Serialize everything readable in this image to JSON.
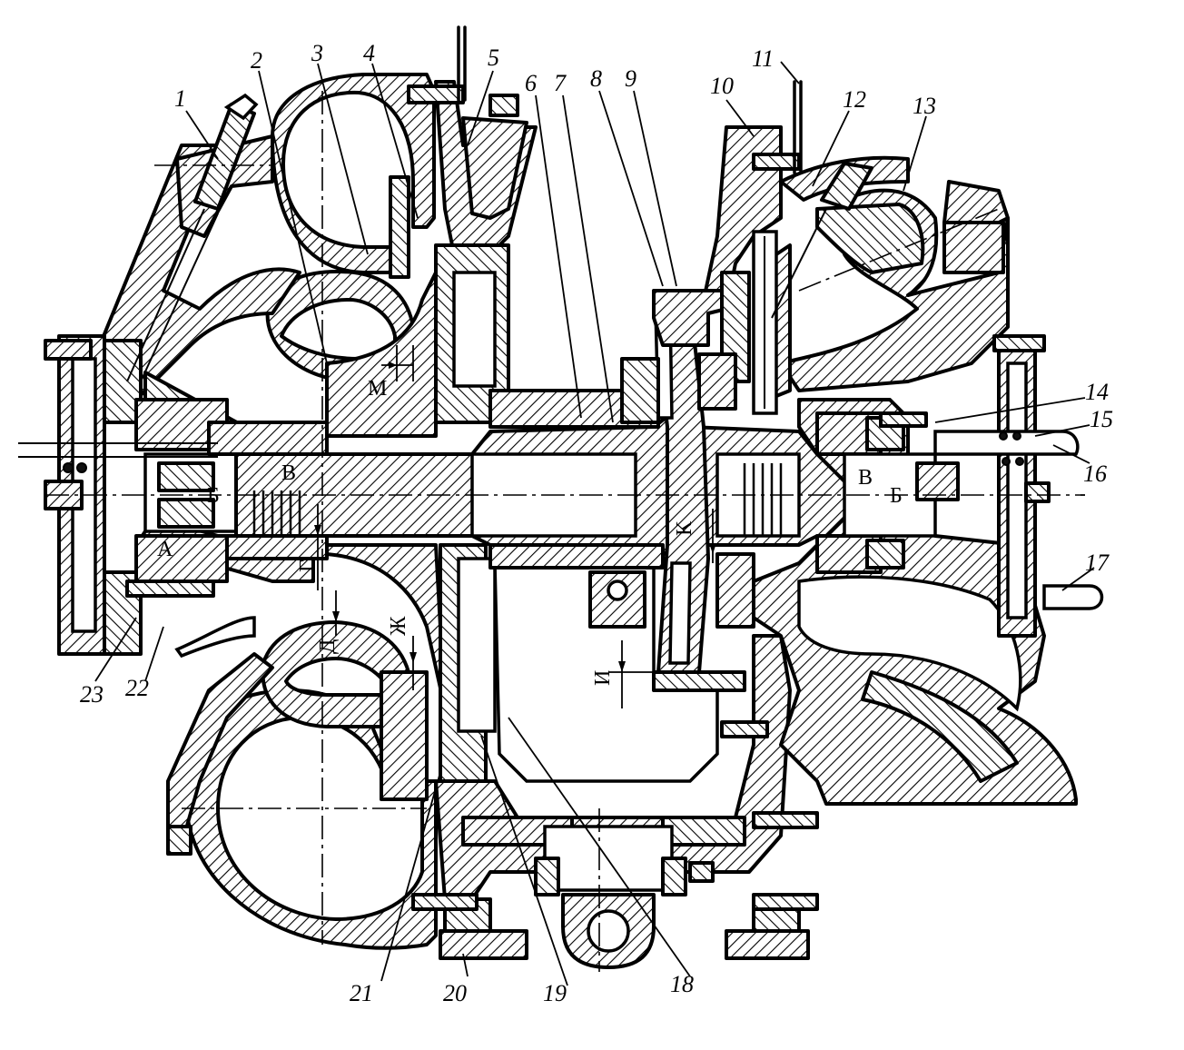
{
  "part_numbers": [
    "1",
    "2",
    "3",
    "4",
    "5",
    "6",
    "7",
    "8",
    "9",
    "10",
    "11",
    "12",
    "13",
    "14",
    "15",
    "16",
    "17",
    "18",
    "19",
    "20",
    "21",
    "22",
    "23"
  ],
  "section_letters": {
    "A": "А",
    "B_left": "Б",
    "B_right": "Б",
    "V_left": "В",
    "V_right": "В",
    "G": "Г",
    "D": "Д",
    "Zh": "Ж",
    "I": "И",
    "K": "К",
    "M": "М"
  }
}
